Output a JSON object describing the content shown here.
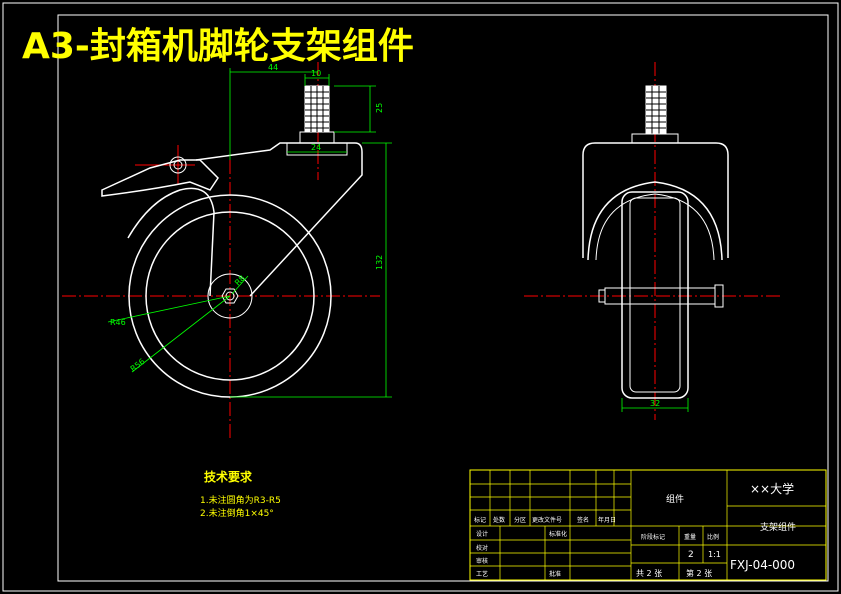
{
  "sheet_title": "A3-封箱机脚轮支架组件",
  "dimensions": {
    "d44": "44",
    "d10": "10",
    "d25": "25",
    "d24": "24",
    "d132": "132",
    "d32": "32",
    "r8": "R8",
    "r46": "R46",
    "r56": "R56"
  },
  "technical_requirements": {
    "heading": "技术要求",
    "items": [
      "1.未注圆角为R3-R5",
      "2.未注倒角1×45°"
    ]
  },
  "title_block": {
    "group_name": "组件",
    "school": "××大学",
    "part_name": "支架组件",
    "drawing_number": "FXJ-04-000",
    "marking_label": "阶段标记",
    "weight_label": "重量",
    "scale_label": "比例",
    "weight_value": "2",
    "scale_value": "1:1",
    "sheets_total": "共 2 张",
    "sheet_current": "第 2 张",
    "row_labels": [
      "标记",
      "处数",
      "分区",
      "更改文件号",
      "签名",
      "年月日"
    ],
    "left_labels": [
      "设计",
      "审核",
      "工艺"
    ],
    "std_label": "标准化",
    "approve_label": "批准",
    "check_label": "校对"
  },
  "colors": {
    "outline": "#ffffff",
    "centerline": "#ff0000",
    "dimension": "#00ff00",
    "frame": "#ffff00",
    "background": "#000000"
  }
}
